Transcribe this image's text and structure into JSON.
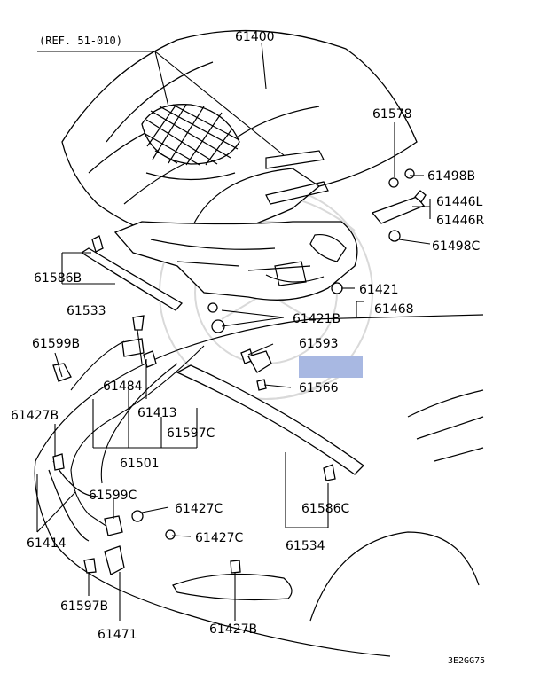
{
  "diagram": {
    "ref_label": "(REF. 51-010)",
    "code": "3E2GG75",
    "highlight_color": "#a8b8e2",
    "labels": {
      "p61400": "61400",
      "p61578": "61578",
      "p61498B": "61498B",
      "p61446L": "61446L",
      "p61446R": "61446R",
      "p61498C": "61498C",
      "p61586B": "61586B",
      "p61533": "61533",
      "p61421": "61421",
      "p61421B": "61421B",
      "p61468": "61468",
      "p61599B": "61599B",
      "p61593": "61593",
      "p61484": "61484",
      "p61566": "61566",
      "p61413": "61413",
      "p61427B_left": "61427B",
      "p61597C": "61597C",
      "p61501": "61501",
      "p61599C": "61599C",
      "p61427C_1": "61427C",
      "p61586C": "61586C",
      "p61414": "61414",
      "p61427C_2": "61427C",
      "p61534": "61534",
      "p61597B": "61597B",
      "p61471": "61471",
      "p61427B_bottom": "61427B"
    }
  }
}
